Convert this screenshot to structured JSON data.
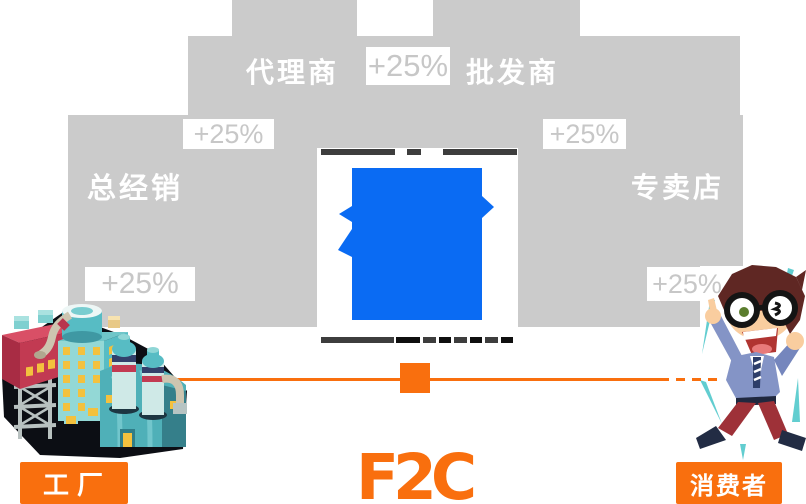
{
  "colors": {
    "accent_orange": "#f96f0e",
    "icon_blue": "#0a6bf3",
    "arch_gray": "#cbcbcb",
    "chip_text_gray": "#c7c7c7",
    "dash_dark": "#3d3d3d",
    "dash_black": "#0f0f0f"
  },
  "arch": {
    "tiers": {
      "agent": "代理商",
      "wholesaler": "批发商",
      "distributor": "总经销",
      "store": "专卖店"
    },
    "chips": [
      "+25%",
      "+25%",
      "+25%",
      "+25%",
      "+25%"
    ]
  },
  "flow": {
    "factory_label": "工厂",
    "consumer_label": "消费者",
    "headline": "F2C"
  },
  "icons": {
    "center": "cycle-arrows-icon",
    "left": "factory-illustration",
    "right": "consumer-illustration"
  }
}
